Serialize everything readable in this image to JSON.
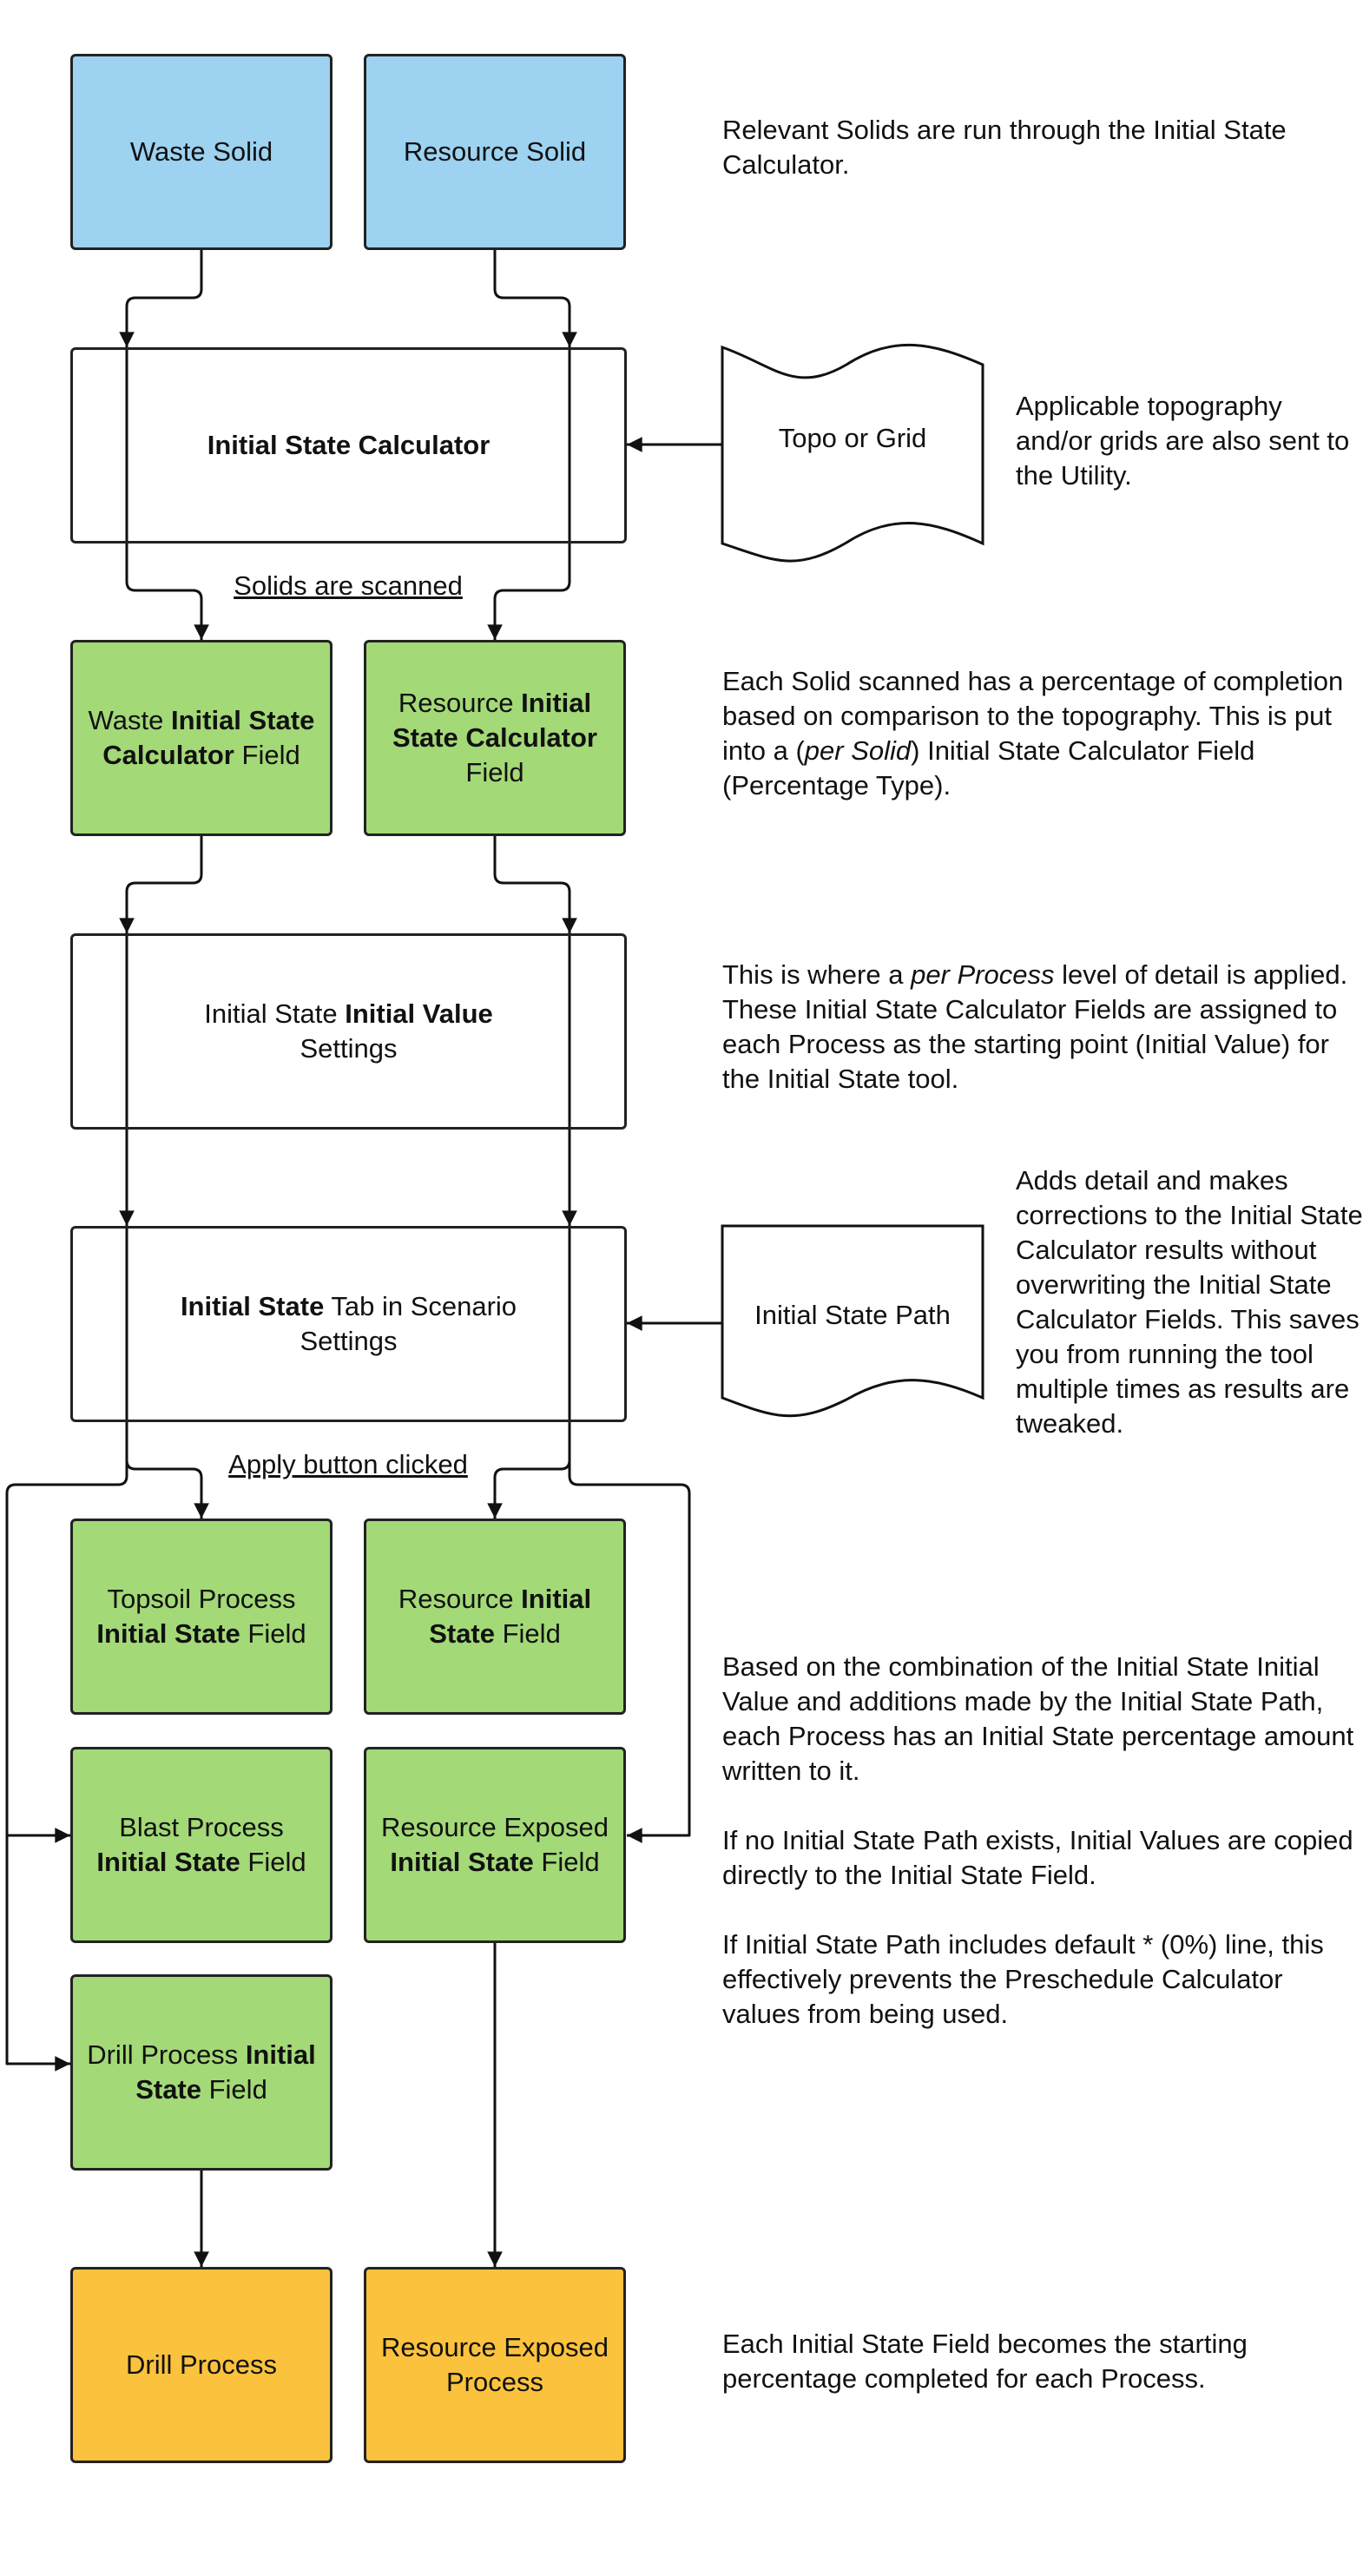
{
  "nodes": {
    "waste_solid": "Waste Solid",
    "resource_solid": "Resource Solid",
    "calculator": "Initial State Calculator",
    "topo_grid": "Topo or Grid",
    "waste_field": {
      "a": "Waste ",
      "b": "Initial State Calculator",
      "c": " Field"
    },
    "resource_field": {
      "a": "Resource ",
      "b": "Initial State Calculator",
      "c": " Field"
    },
    "initial_value": {
      "a": "Initial State ",
      "b": "Initial Value",
      "c": " Settings"
    },
    "tab": {
      "a": "Initial State",
      "b": " Tab in Scenario Settings"
    },
    "path": "Initial State Path",
    "topsoil": {
      "a": "Topsoil Process ",
      "b": "Initial State",
      "c": " Field"
    },
    "resource_is": {
      "a": "Resource ",
      "b": "Initial State",
      "c": " Field"
    },
    "blast": {
      "a": "Blast Process ",
      "b": "Initial State",
      "c": " Field"
    },
    "resource_exposed_is": {
      "a": "Resource Exposed ",
      "b": "Initial State",
      "c": " Field"
    },
    "drill_field": {
      "a": "Drill Process ",
      "b": "Initial State",
      "c": " Field"
    },
    "drill_process": "Drill Process",
    "resource_exposed_process": "Resource Exposed Process"
  },
  "edge_labels": {
    "scanned": "Solids are scanned",
    "apply": "Apply button clicked"
  },
  "notes": {
    "n1": "Relevant Solids are run through the Initial State Calculator.",
    "n2": "Applicable topography and/or grids are also sent to the Utility.",
    "n3": {
      "a": "Each Solid scanned has a percentage of completion based on comparison to the topography. This is put into a (",
      "b": "per Solid",
      "c": ") Initial State Calculator Field (Percentage Type)."
    },
    "n4": {
      "a": "This is where a ",
      "b": "per Process",
      "c": " level of detail is applied. These Initial State Calculator Fields are assigned to each Process as the starting point (Initial Value) for the Initial State tool."
    },
    "n5": "Adds detail and makes corrections to the Initial State Calculator results without overwriting the Initial State Calculator Fields. This saves you from running the tool multiple times as results are tweaked.",
    "n6a": "Based on the combination of the Initial State Initial Value and additions made by the Initial State Path, each Process has an Initial State percentage amount written to it.",
    "n6b": "If no Initial State Path exists, Initial Values are copied directly to the Initial State Field.",
    "n6c": "If Initial State Path includes default * (0%) line, this effectively prevents the Preschedule Calculator values from being used.",
    "n7": "Each Initial State Field becomes the starting percentage completed for each Process."
  },
  "colors": {
    "solid": "#9dd2f1",
    "field": "#a3d977",
    "process": "#fbc23d",
    "line": "#111111"
  }
}
